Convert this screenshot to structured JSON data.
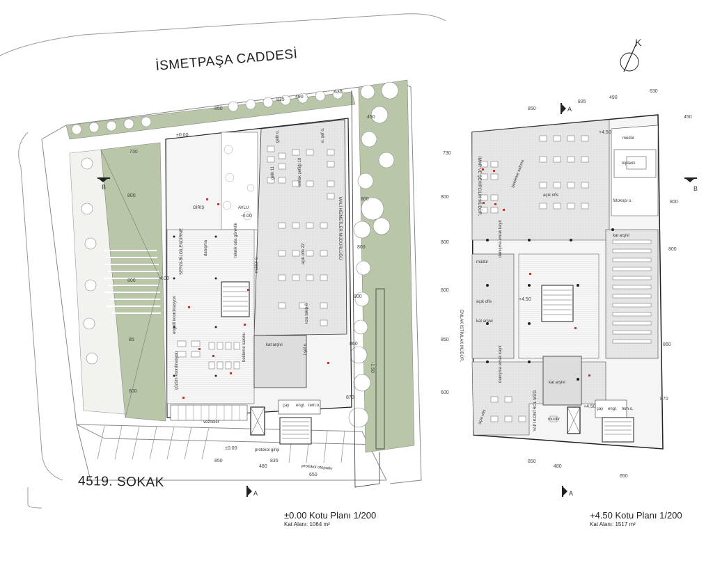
{
  "streets": {
    "north": "İSMETPAŞA CADDESİ",
    "south": "4519. SOKAK"
  },
  "north_arrow": "K",
  "plan_left": {
    "caption": "±0.00  Kotu Planı 1/200",
    "area": "Kat Alanı: 1064 m²",
    "section_marks": {
      "a": "A",
      "b": "B"
    },
    "levels": {
      "main": "±0.00",
      "court": "-4.00",
      "side": "-4.00",
      "ramp": "-1.50"
    },
    "dims_top": [
      "850",
      "835",
      "490",
      "630"
    ],
    "dims_bottom": [
      "850",
      "835",
      "480",
      "650"
    ],
    "dims_side": [
      "730",
      "800",
      "800",
      "85",
      "600"
    ],
    "dims_right": [
      "450",
      "800",
      "800",
      "800",
      "860",
      "870"
    ],
    "rooms": {
      "entrance": "GİRİŞ",
      "court": "AVLU",
      "exhibition": "SERGİ-BİLGİLENDİRME",
      "info": "danışma",
      "tech": "teknik oda görevlik",
      "director": "müdür o.",
      "disabled_coord": "engelli koordinasyon",
      "solution_coord": "çözüm koordinasyon",
      "waiting": "bekleme salonu",
      "cashier": "vezneler",
      "protocol_entry": "protokol girişi",
      "protocol_parking": "protokol otoparkı",
      "archive": "kat arşivi",
      "level_rooms": "gelir 11",
      "property": "emlak şefliği 10",
      "open_office": "açık ofis 22",
      "enforcement": "icra takip 6",
      "finance_dept": "MALİ HİZMETLER MÜDÜRLÜĞÜ",
      "tea": "çay",
      "wc": "engl.",
      "clean": "tem.o.",
      "manager": "gelir o.",
      "chief": "e. şef o.",
      "lift": "l.şef o."
    }
  },
  "plan_right": {
    "caption": "+4.50 Kotu Planı 1/200",
    "area": "Kat Alanı: 1517 m²",
    "section_marks": {
      "a": "A",
      "b": "B"
    },
    "levels": {
      "top": "+4.50"
    },
    "dims_top": [
      "850",
      "835",
      "490",
      "630"
    ],
    "dims_bottom": [
      "850",
      "480",
      "650"
    ],
    "dims_left": [
      "730",
      "800",
      "800",
      "800",
      "850",
      "600"
    ],
    "dims_right": [
      "450",
      "800",
      "800",
      "860",
      "870"
    ],
    "rooms": {
      "urban_dept": "İMAR VE ŞEHİRCİLİK MÜDÜR.",
      "director": "müdür",
      "meeting": "toplantı",
      "photocopy": "fotokopi o.",
      "open_office": "açık ofis",
      "waiting": "bekleme salonu",
      "info_archive": "danışma evrak kayıt",
      "floor_archive": "kat arşivi",
      "expropriation": "EMLAK İSTİMLAK MÜDÜR.",
      "building_control": "YAPI KONTROL MÜD.",
      "archive": "kat arşivi",
      "tea": "çay",
      "wc": "engl.",
      "clean": "tem.o."
    }
  }
}
